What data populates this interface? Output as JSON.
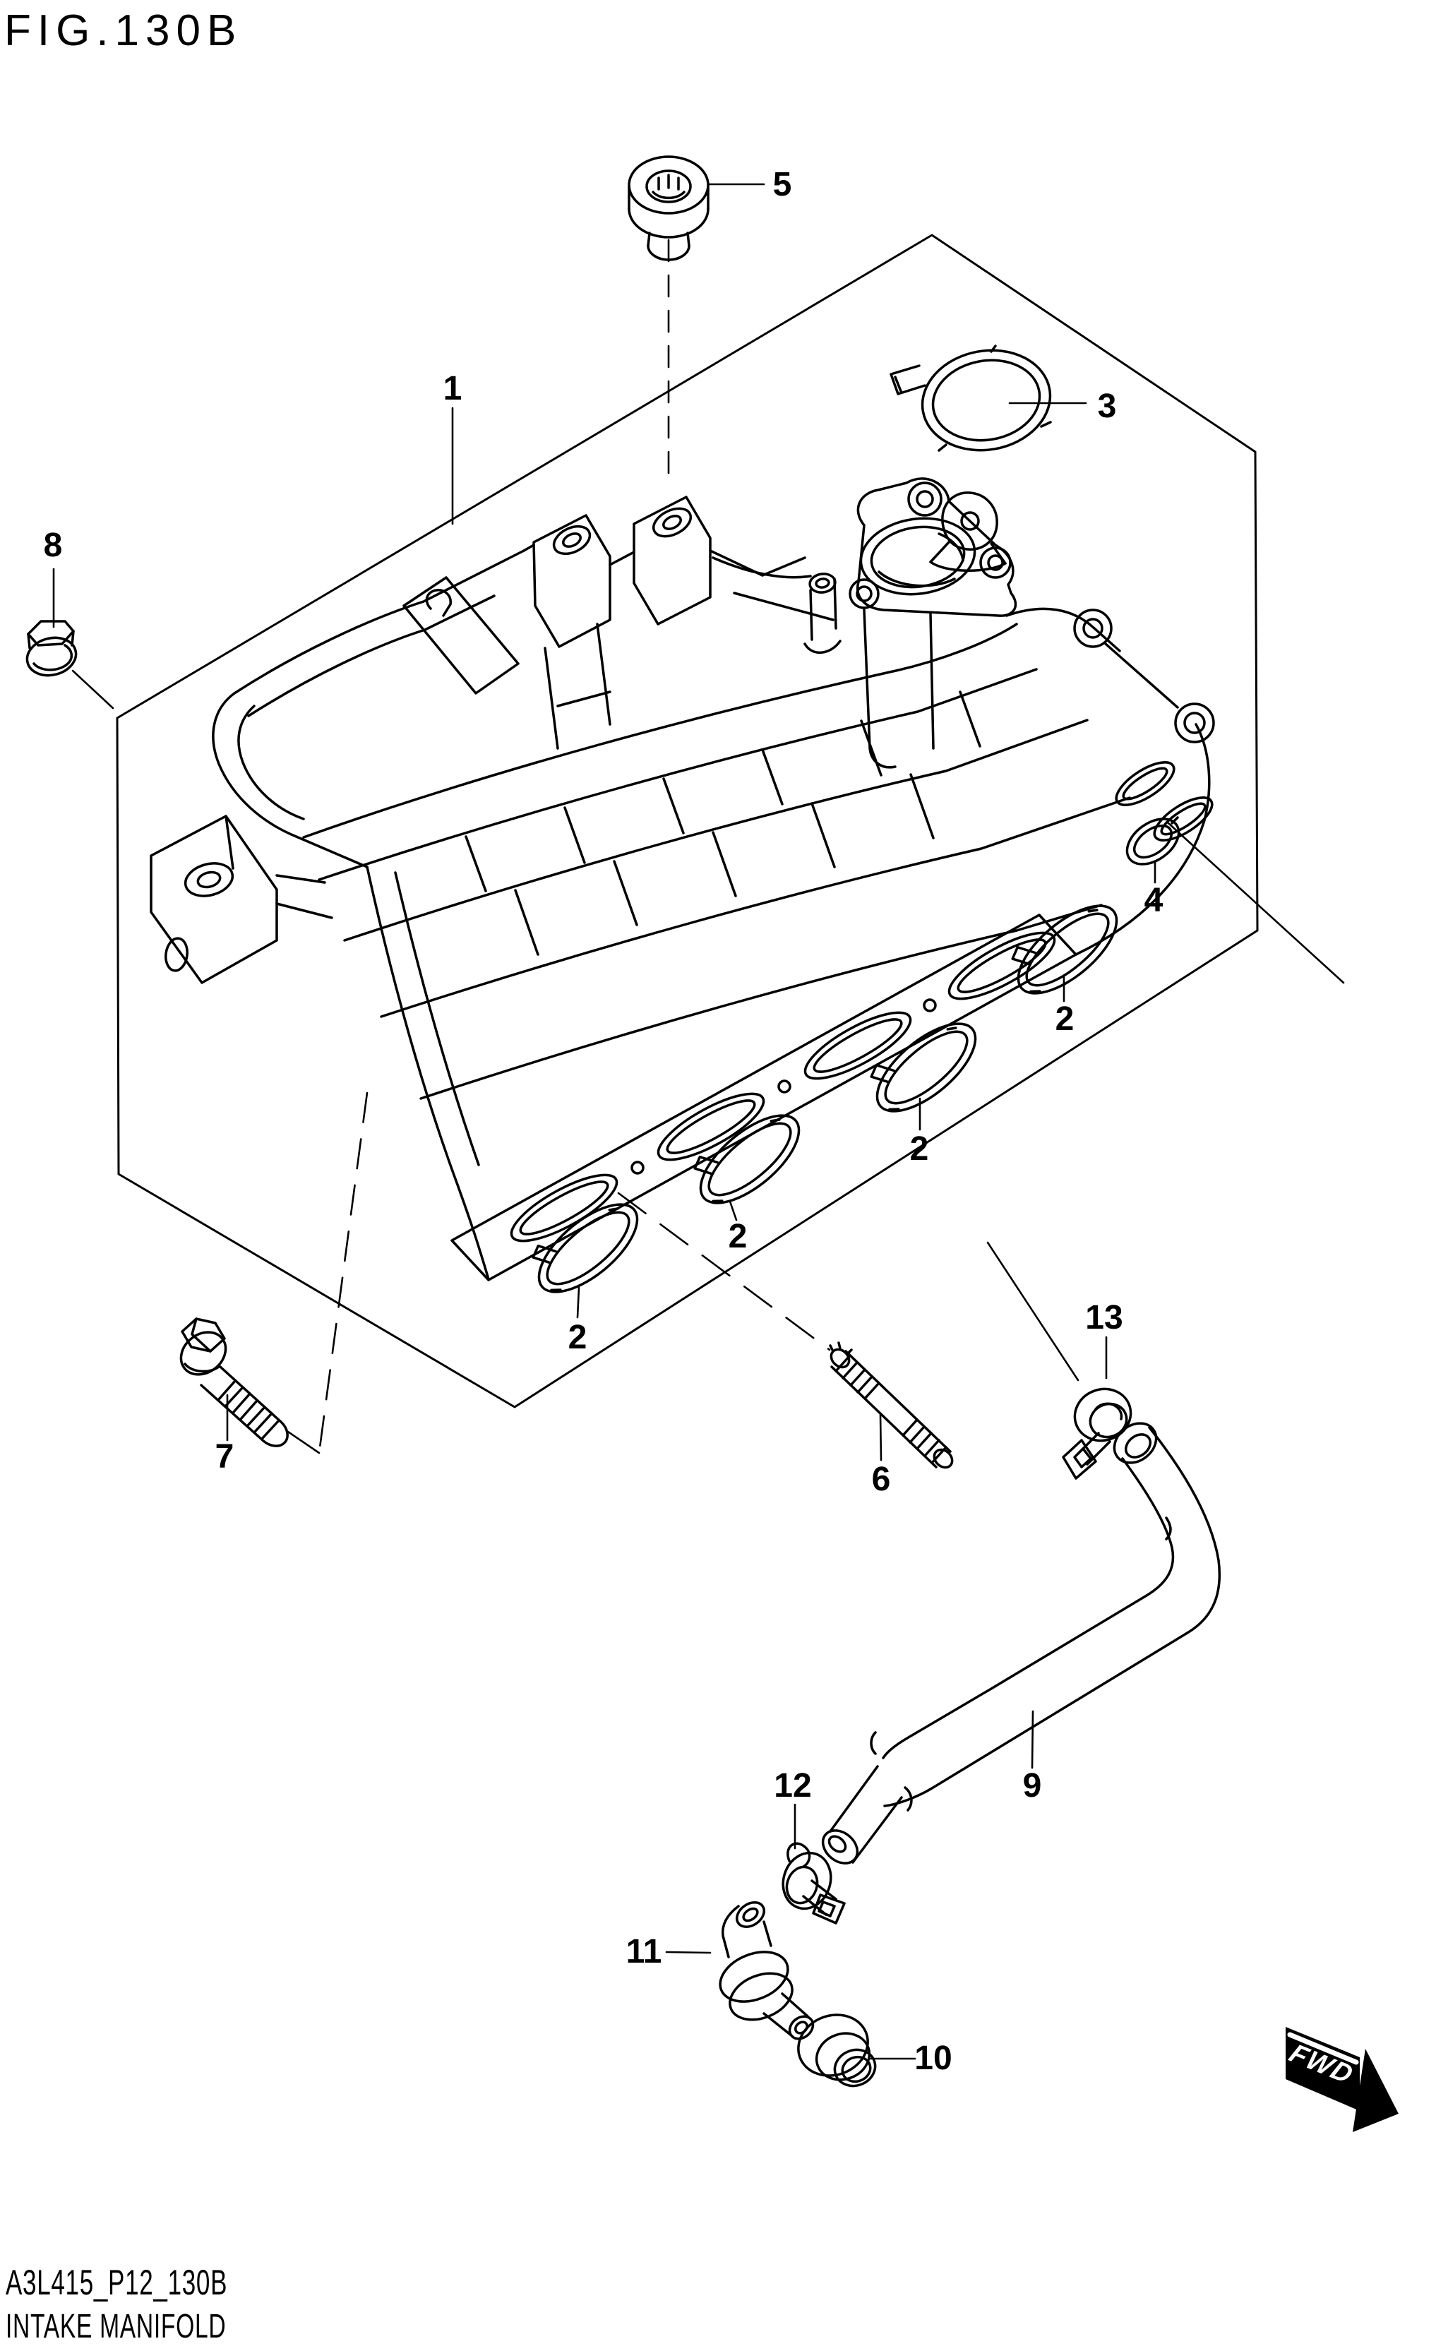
{
  "figure": {
    "title": "FIG.130B",
    "code": "A3L415_P12_130B",
    "caption": "INTAKE MANIFOLD",
    "fwd": "FWD"
  },
  "labels": {
    "n1": "1",
    "n2": "2",
    "n3": "3",
    "n4": "4",
    "n5": "5",
    "n6": "6",
    "n7": "7",
    "n8": "8",
    "n9": "9",
    "n10": "10",
    "n11": "11",
    "n12": "12",
    "n13": "13"
  }
}
